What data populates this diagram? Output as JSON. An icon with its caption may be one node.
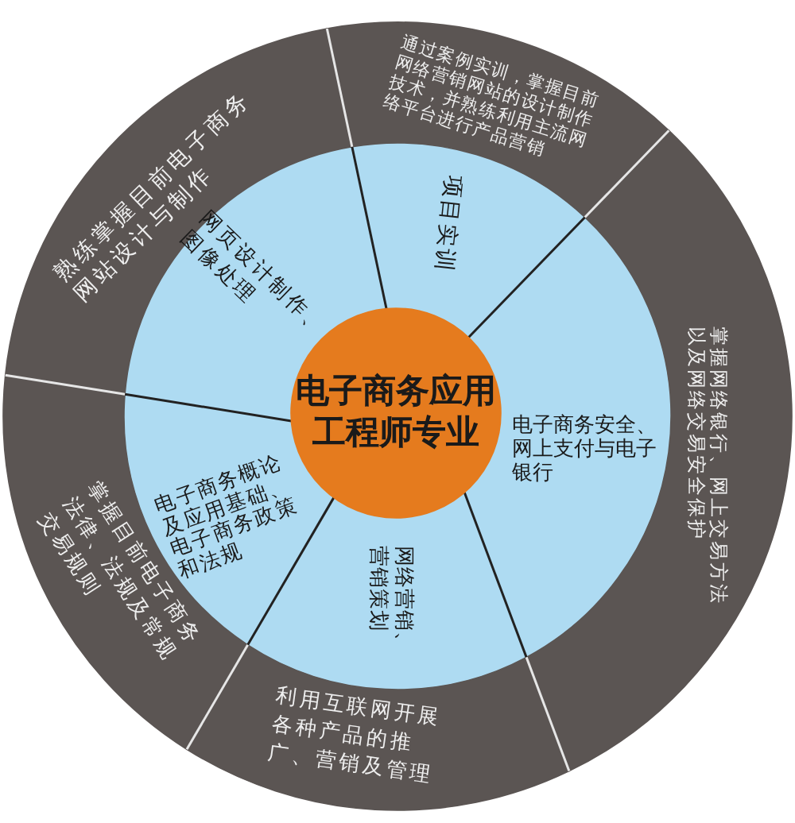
{
  "diagram": {
    "nodes": [
      {
        "text": [
          "电子商务应用工程师专业"
        ]
      },
      {
        "text": [
          "网页设计制作、图像处理"
        ]
      },
      {
        "text": [
          "项目实训"
        ]
      },
      {
        "text": [
          "电子商务安全、网上支付与电子银行"
        ]
      },
      {
        "text": [
          "网络营销、营销策划"
        ]
      },
      {
        "text": [
          "电子商务概论及应用基础、电子商务政策和法规"
        ]
      },
      {
        "text": [
          "熟练掌握目前电子商务网站设计与制作"
        ]
      },
      {
        "text": [
          "通过案例实训，掌握目前网络营销网站的设计制作技术，并熟练利用主流网络平台进行产品营销"
        ]
      },
      {
        "text": [
          "掌握网络银行、网上交易方法以及网络交易安全保护"
        ]
      },
      {
        "text": [
          "利用互联网开展各种产品的推广、营销及管理"
        ]
      },
      {
        "text": [
          "掌握目前电子商务法律、法规及常规交易规则"
        ]
      }
    ]
  }
}
